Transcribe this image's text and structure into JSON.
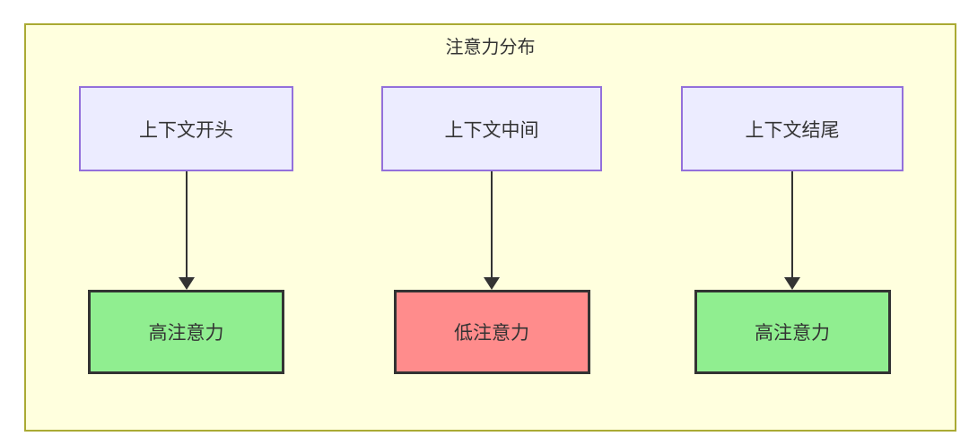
{
  "diagram": {
    "type": "flowchart",
    "title": "注意力分布",
    "columns": [
      {
        "source": "上下文开头",
        "target": "高注意力",
        "attention": "high"
      },
      {
        "source": "上下文中间",
        "target": "低注意力",
        "attention": "low"
      },
      {
        "source": "上下文结尾",
        "target": "高注意力",
        "attention": "high"
      }
    ],
    "edges": [
      {
        "from": "上下文开头",
        "to": "高注意力",
        "style": "arrow-down"
      },
      {
        "from": "上下文中间",
        "to": "低注意力",
        "style": "arrow-down"
      },
      {
        "from": "上下文结尾",
        "to": "高注意力",
        "style": "arrow-down"
      }
    ],
    "colors": {
      "cluster_fill": "#ffffde",
      "cluster_border": "#aaaa33",
      "source_node_fill": "#ececff",
      "source_node_border": "#9370db",
      "high_attention_fill": "#90ee90",
      "low_attention_fill": "#ff8c8c",
      "node_border_dark": "#333333",
      "text": "#333333",
      "arrow": "#333333"
    }
  }
}
